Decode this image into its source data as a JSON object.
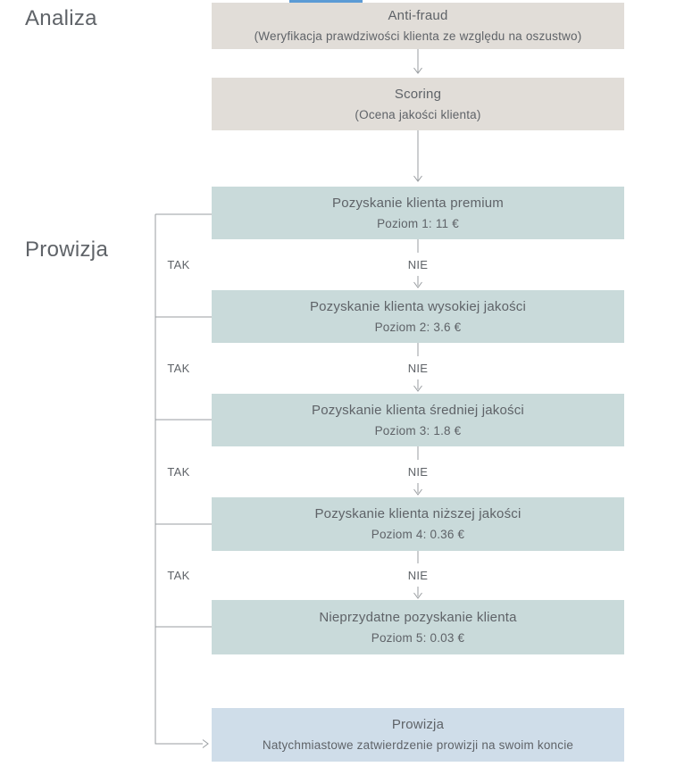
{
  "section_labels": {
    "analysis": "Analiza",
    "commission": "Prowizja"
  },
  "branch_labels": {
    "yes": "TAK",
    "no": "NIE"
  },
  "colors": {
    "background": "#ffffff",
    "analysis_box": "#e1ddd8",
    "level_box": "#c9dada",
    "commission_box": "#cfdde9",
    "connector": "#999da1",
    "text": "#5f6368",
    "top_bar": "#5b9bd5"
  },
  "flow": {
    "steps": [
      {
        "title": "Anti-fraud",
        "subtitle": "(Weryfikacja prawdziwości klienta ze względu na oszustwo)",
        "type": "analysis"
      },
      {
        "title": "Scoring",
        "subtitle": "(Ocena jakości klienta)",
        "type": "analysis"
      },
      {
        "title": "Pozyskanie klienta premium",
        "subtitle": "Poziom 1: 11 €",
        "type": "level"
      },
      {
        "title": "Pozyskanie klienta wysokiej jakości",
        "subtitle": "Poziom 2: 3.6 €",
        "type": "level"
      },
      {
        "title": "Pozyskanie klienta średniej jakości",
        "subtitle": "Poziom 3: 1.8 €",
        "type": "level"
      },
      {
        "title": "Pozyskanie klienta niższej jakości",
        "subtitle": "Poziom 4: 0.36 €",
        "type": "level"
      },
      {
        "title": "Nieprzydatne pozyskanie klienta",
        "subtitle": "Poziom 5: 0.03 €",
        "type": "level"
      },
      {
        "title": "Prowizja",
        "subtitle": "Natychmiastowe zatwierdzenie prowizji na swoim koncie",
        "type": "commission"
      }
    ]
  }
}
